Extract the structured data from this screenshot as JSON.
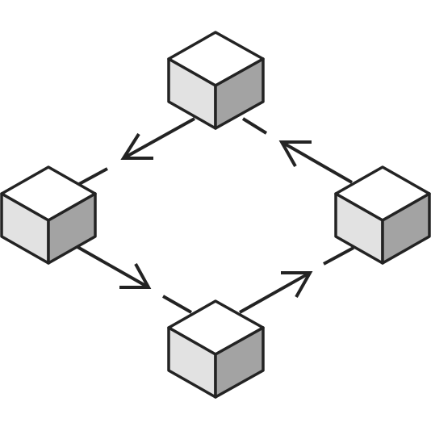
{
  "diagram": {
    "type": "cycle",
    "direction": "counter-clockwise",
    "nodes": [
      {
        "id": "top",
        "icon": "cube-icon"
      },
      {
        "id": "left",
        "icon": "cube-icon"
      },
      {
        "id": "bottom",
        "icon": "cube-icon"
      },
      {
        "id": "right",
        "icon": "cube-icon"
      }
    ],
    "edges": [
      {
        "from": "top",
        "to": "left"
      },
      {
        "from": "left",
        "to": "bottom"
      },
      {
        "from": "bottom",
        "to": "right"
      },
      {
        "from": "right",
        "to": "top"
      }
    ],
    "colors": {
      "stroke": "#232323",
      "cube_top": "#ffffff",
      "cube_left": "#e2e2e2",
      "cube_right": "#a3a3a3",
      "background": "#ffffff"
    }
  }
}
